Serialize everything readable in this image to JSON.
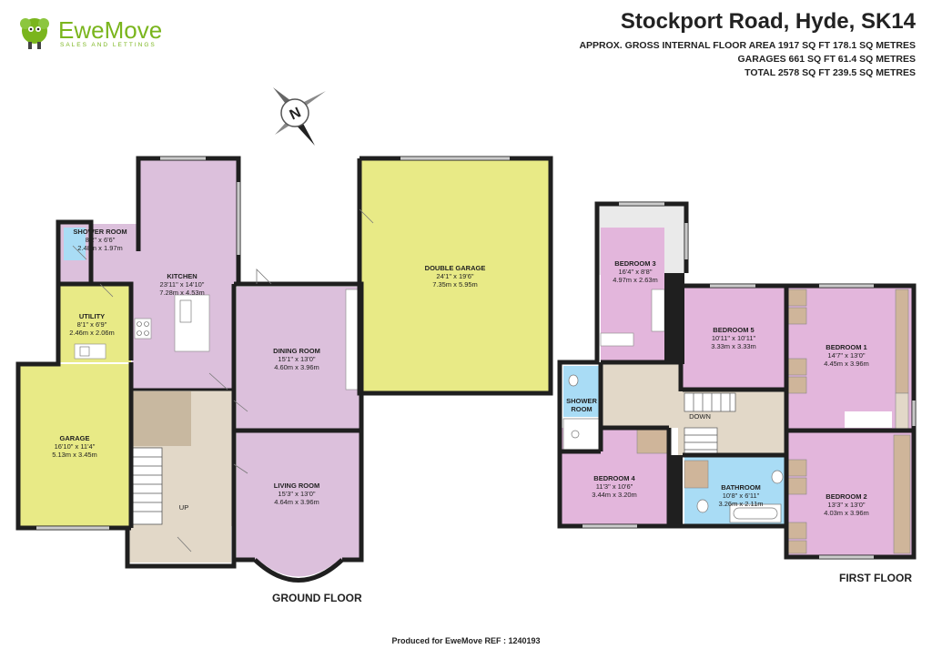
{
  "header": {
    "title": "Stockport Road, Hyde, SK14",
    "area_lines": [
      "APPROX. GROSS INTERNAL FLOOR AREA 1917 SQ FT 178.1 SQ METRES",
      "GARAGES 661 SQ FT 61.4 SQ METRES",
      "TOTAL 2578 SQ FT 239.5 SQ METRES"
    ]
  },
  "logo": {
    "name": "EweMove",
    "tagline": "SALES AND LETTINGS",
    "icon": "sheep-mascot-icon"
  },
  "compass": {
    "letter": "N",
    "icon": "compass-icon"
  },
  "floors": {
    "ground": "GROUND FLOOR",
    "first": "FIRST FLOOR"
  },
  "rooms": {
    "kitchen": {
      "name": "KITCHEN",
      "dims": "23'11\" x 14'10\"",
      "metric": "7.28m x 4.53m"
    },
    "shower_room_gf": {
      "name": "SHOWER ROOM",
      "dims": "8'2\" x 6'6\"",
      "metric": "2.48m x 1.97m"
    },
    "utility": {
      "name": "UTILITY",
      "dims": "8'1\" x 6'9\"",
      "metric": "2.46m x 2.06m"
    },
    "garage": {
      "name": "GARAGE",
      "dims": "16'10\" x 11'4\"",
      "metric": "5.13m x 3.45m"
    },
    "dining": {
      "name": "DINING ROOM",
      "dims": "15'1\" x 13'0\"",
      "metric": "4.60m x 3.96m"
    },
    "living": {
      "name": "LIVING ROOM",
      "dims": "15'3\" x 13'0\"",
      "metric": "4.64m x 3.96m"
    },
    "double_garage": {
      "name": "DOUBLE GARAGE",
      "dims": "24'1\" x 19'6\"",
      "metric": "7.35m x 5.95m"
    },
    "bedroom3": {
      "name": "BEDROOM 3",
      "dims": "16'4\" x 8'8\"",
      "metric": "4.97m x 2.63m"
    },
    "bedroom5": {
      "name": "BEDROOM 5",
      "dims": "10'11\" x 10'11\"",
      "metric": "3.33m x 3.33m"
    },
    "bedroom1": {
      "name": "BEDROOM 1",
      "dims": "14'7\" x 13'0\"",
      "metric": "4.45m x 3.96m"
    },
    "shower_room_ff": {
      "name1": "SHOWER",
      "name2": "ROOM"
    },
    "bedroom4": {
      "name": "BEDROOM 4",
      "dims": "11'3\" x 10'6\"",
      "metric": "3.44m x 3.20m"
    },
    "bathroom": {
      "name": "BATHROOM",
      "dims": "10'8\" x 6'11\"",
      "metric": "3.26m x 2.11m"
    },
    "bedroom2": {
      "name": "BEDROOM 2",
      "dims": "13'3\" x 13'0\"",
      "metric": "4.03m x 3.96m"
    }
  },
  "stairs": {
    "up": "UP",
    "down": "DOWN"
  },
  "footer": "Produced for EweMove   REF : 1240193",
  "colors": {
    "pink": "#e3b6dc",
    "lilac": "#dcc0dc",
    "yellow": "#e8ea86",
    "hall": "#e2d8c8",
    "blue": "#a9dcf5",
    "wall": "#1f1f1f",
    "logo_green": "#7ab51d"
  }
}
